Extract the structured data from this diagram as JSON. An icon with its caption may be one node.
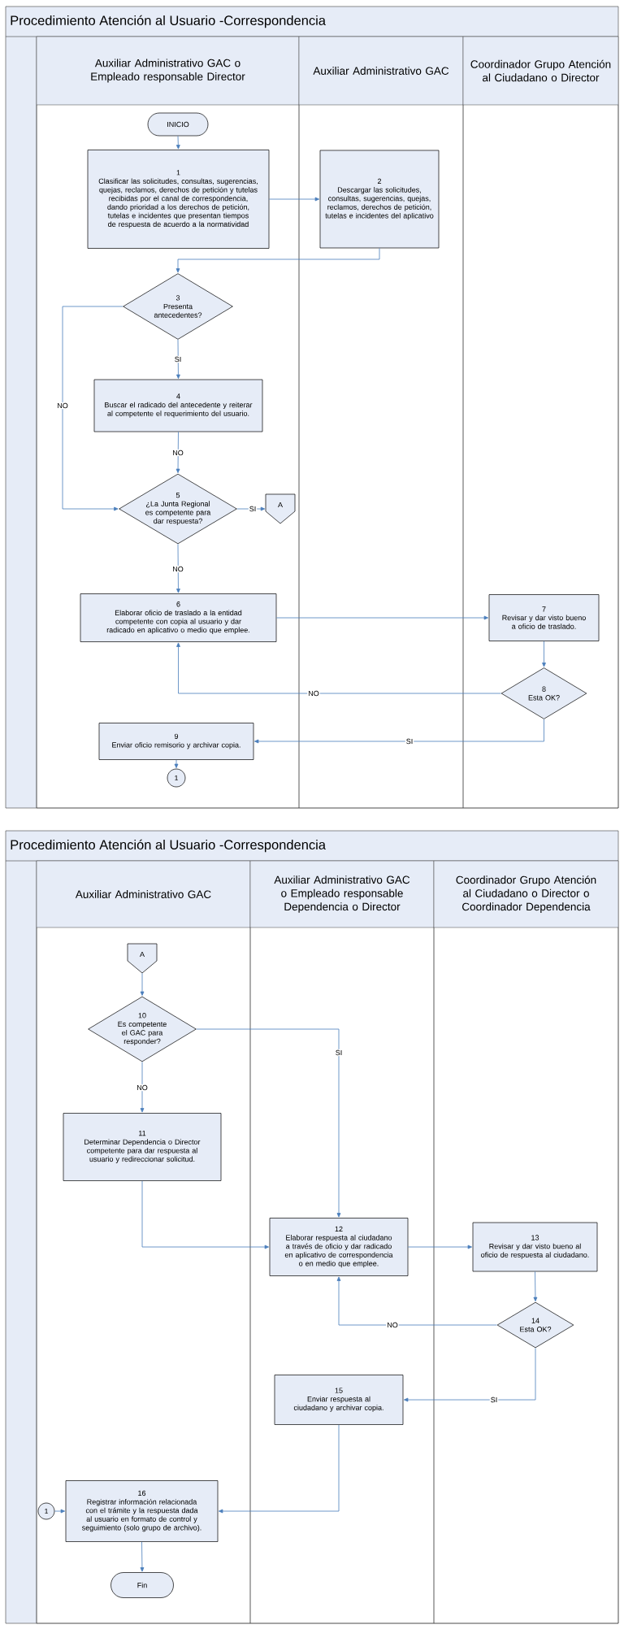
{
  "diagram": {
    "nodes": [
      {
        "text": [
          "Procedimiento Atención al Usuario -Correspondencia"
        ]
      },
      {
        "text": [
          "Auxiliar Administrativo GAC o Empleado responsable Director"
        ],
        "in": 0
      },
      {
        "text": [
          "Auxiliar Administrativo GAC"
        ],
        "in": 0
      },
      {
        "text": [
          "Coordinador Grupo Atención al Ciudadano o Director"
        ],
        "in": 0
      },
      {
        "text": [
          "INICIO"
        ],
        "in": 1
      },
      {
        "text": [
          "1",
          "Clasificar las solicitudes, consultas, sugerencias, quejas, reclamos, derechos de petición y tutelas recibidas por el canal de correspondencia, dando prioridad a los derechos de petición, tutelas e incidentes que presentan tiempos de respuesta de acuerdo a la normatividad"
        ],
        "in": 1
      },
      {
        "text": [
          "2",
          "Descargar las solicitudes, consultas, sugerencias, quejas, reclamos, derechos de petición, tutelas e incidentes del aplicativo"
        ],
        "in": 2
      },
      {
        "text": [
          "3",
          "Presenta antecedentes?"
        ],
        "in": 1
      },
      {
        "text": [
          "4",
          "Buscar el radicado del antecedente y reiterar al competente el requerimiento del usuario."
        ],
        "in": 1
      },
      {
        "text": [
          "5",
          "¿La Junta Regional es competente para dar respuesta?"
        ],
        "in": 1
      },
      {
        "text": [
          "A"
        ],
        "in": 1
      },
      {
        "text": [
          "6",
          "Elaborar oficio de traslado a la entidad competente con copia al usuario y dar radicado en aplicativo o medio que emplee."
        ],
        "in": 1
      },
      {
        "text": [
          "7",
          "Revisar y dar visto bueno a oficio de traslado."
        ],
        "in": 3
      },
      {
        "text": [
          "8",
          "Esta OK?"
        ],
        "in": 3
      },
      {
        "text": [
          "9",
          "Enviar oficio remisorio y archivar copia."
        ],
        "in": 1
      },
      {
        "text": [
          "1"
        ],
        "in": 1
      },
      {
        "text": [
          "Procedimiento Atención al Usuario -Correspondencia"
        ]
      },
      {
        "text": [
          "Auxiliar Administrativo GAC"
        ],
        "in": 16
      },
      {
        "text": [
          "Auxiliar Administrativo GAC o Empleado responsable Dependencia o Director"
        ],
        "in": 16
      },
      {
        "text": [
          "Coordinador Grupo Atención al Ciudadano o Director o Coordinador Dependencia"
        ],
        "in": 16
      },
      {
        "text": [
          "A"
        ],
        "in": 17
      },
      {
        "text": [
          "10",
          "Es competente el GAC para responder?"
        ],
        "in": 17
      },
      {
        "text": [
          "11",
          "Determinar Dependencia o Director competente para dar respuesta al usuario y redireccionar solicitud."
        ],
        "in": 17
      },
      {
        "text": [
          "12",
          "Elaborar respuesta al ciudadano a través de oficio y dar radicado en aplicativo de correspondencia o en medio que emplee."
        ],
        "in": 18
      },
      {
        "text": [
          "13",
          "Revisar y dar visto bueno al oficio de respuesta al ciudadano."
        ],
        "in": 19
      },
      {
        "text": [
          "14",
          "Esta OK?"
        ],
        "in": 19
      },
      {
        "text": [
          "15",
          "Enviar respuesta al ciudadano y archivar copia."
        ],
        "in": 18
      },
      {
        "text": [
          "1"
        ],
        "in": 17
      },
      {
        "text": [
          "16",
          "Registrar información relacionada con el trámite y la respuesta dada al usuario en formato de control y seguimiento (solo grupo de archivo)."
        ],
        "in": 17
      },
      {
        "text": [
          "Fin"
        ],
        "in": 17
      }
    ],
    "edges": [
      {
        "from": 4,
        "to": 5,
        "arrow": "to"
      },
      {
        "from": 5,
        "to": 6,
        "arrow": "to"
      },
      {
        "from": 6,
        "to": 7,
        "arrow": "to"
      },
      {
        "from": 7,
        "to": 8,
        "arrow": "to",
        "label": "SI"
      },
      {
        "from": 7,
        "to": 9,
        "arrow": "to",
        "label": "NO"
      },
      {
        "from": 8,
        "to": 9,
        "arrow": "to",
        "label": "NO"
      },
      {
        "from": 9,
        "to": 10,
        "arrow": "to",
        "label": "SI"
      },
      {
        "from": 9,
        "to": 11,
        "arrow": "to",
        "label": "NO"
      },
      {
        "from": 11,
        "to": 12,
        "arrow": "to"
      },
      {
        "from": 12,
        "to": 13,
        "arrow": "to"
      },
      {
        "from": 13,
        "to": 11,
        "arrow": "to",
        "label": "NO"
      },
      {
        "from": 13,
        "to": 14,
        "arrow": "to",
        "label": "SI"
      },
      {
        "from": 14,
        "to": 15,
        "arrow": "to"
      },
      {
        "from": 20,
        "to": 21,
        "arrow": "to"
      },
      {
        "from": 21,
        "to": 22,
        "arrow": "to",
        "label": "NO"
      },
      {
        "from": 21,
        "to": 23,
        "arrow": "to",
        "label": "SI"
      },
      {
        "from": 22,
        "to": 23,
        "arrow": "to"
      },
      {
        "from": 23,
        "to": 24,
        "arrow": "to"
      },
      {
        "from": 24,
        "to": 25,
        "arrow": "to"
      },
      {
        "from": 25,
        "to": 23,
        "arrow": "to",
        "label": "NO"
      },
      {
        "from": 25,
        "to": 26,
        "arrow": "to",
        "label": "SI"
      },
      {
        "from": 26,
        "to": 28,
        "arrow": "to"
      },
      {
        "from": 27,
        "to": 28,
        "arrow": "to"
      },
      {
        "from": 28,
        "to": 29,
        "arrow": "to"
      }
    ]
  }
}
